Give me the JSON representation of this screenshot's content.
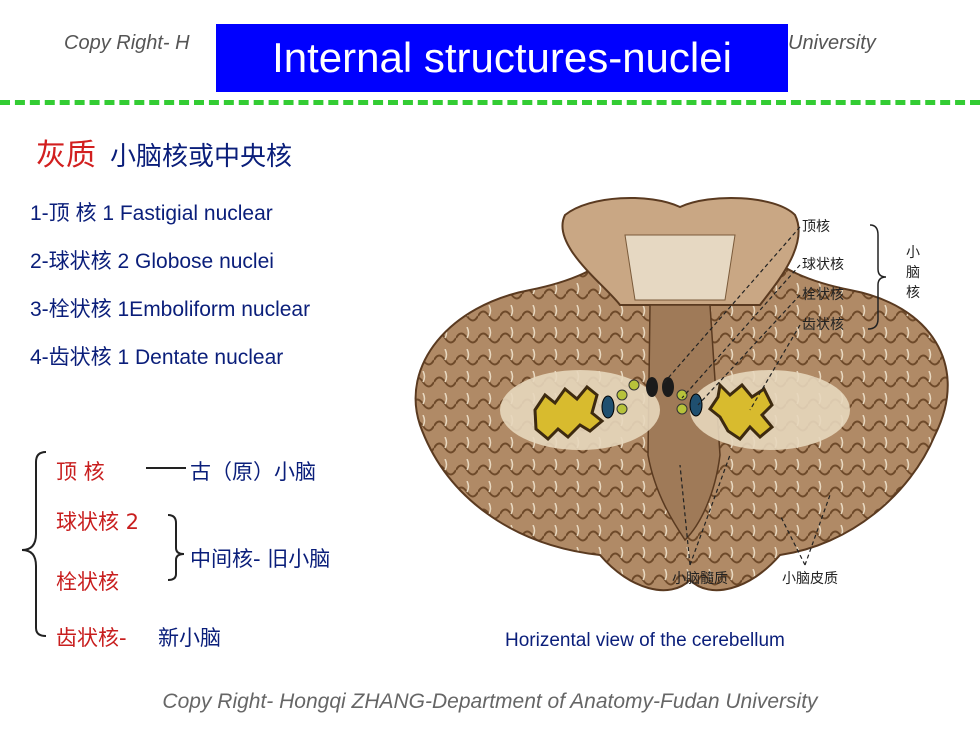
{
  "header": {
    "copyright_left": "Copy Right- H",
    "copyright_right": "University",
    "title": "Internal structures-nuclei"
  },
  "heading": {
    "main": "灰质",
    "sub": "小脑核或中央核"
  },
  "nuclei_list": [
    "1-顶  核 1 Fastigial nuclear",
    "2-球状核 2 Globose nuclei",
    "3-栓状核 1Emboliform nuclear",
    "4-齿状核 1   Dentate nuclear"
  ],
  "classification": {
    "fastigial": "顶   核",
    "fastigial_desc": "古（原）小脑",
    "globose": "球状核 2",
    "emboliform": "栓状核",
    "intermediate_desc": "中间核- 旧小脑",
    "dentate": "齿状核-",
    "dentate_desc": "新小脑"
  },
  "figure": {
    "labels": [
      "顶核",
      "球状核",
      "栓状核",
      "齿状核"
    ],
    "group_label": "小\n脑\n核",
    "bottom_labels": [
      "小脑髓质",
      "小脑皮质"
    ],
    "caption": "Horizental view of the cerebellum"
  },
  "footer": {
    "copyright": "Copy Right- Hongqi ZHANG-Department of Anatomy-Fudan University"
  }
}
